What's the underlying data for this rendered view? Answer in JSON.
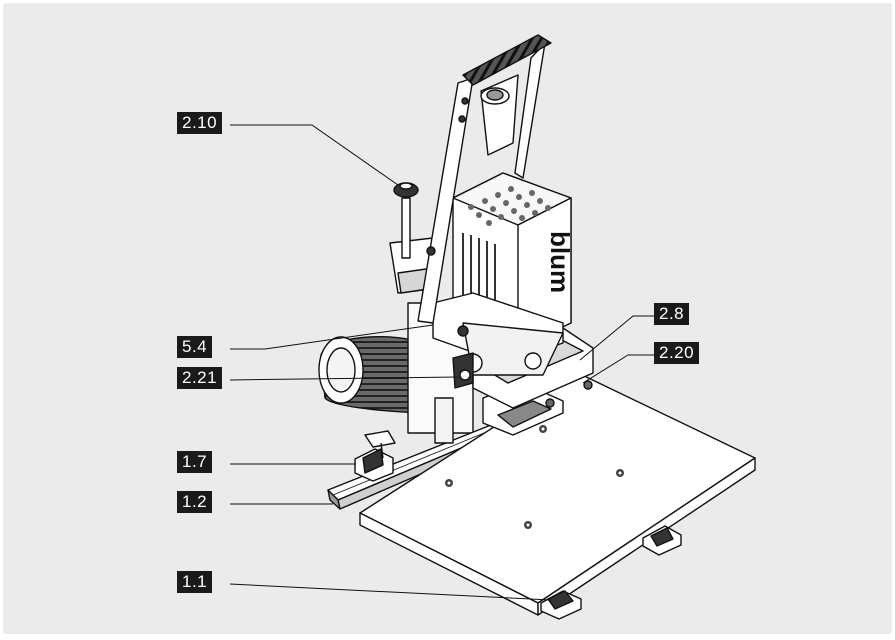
{
  "figure": {
    "brand_logo": "blum",
    "callouts": [
      "2.10",
      "2.8",
      "5.4",
      "2.20",
      "2.21",
      "1.7",
      "1.2",
      "1.1"
    ]
  }
}
